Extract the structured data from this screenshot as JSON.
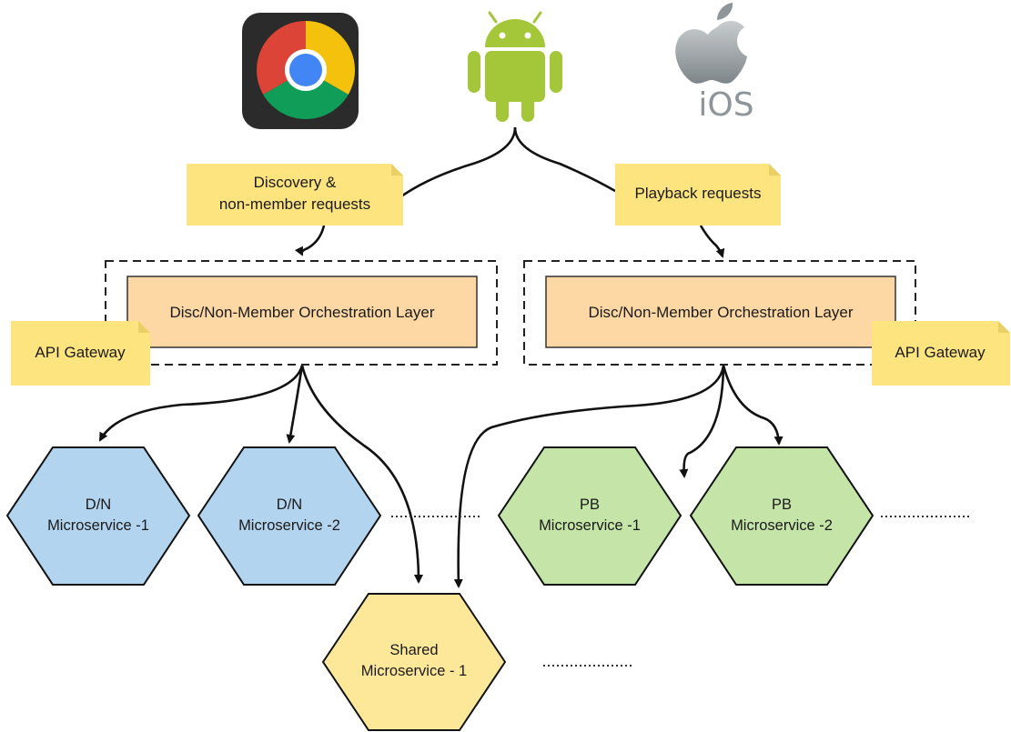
{
  "clients": {
    "chrome": {
      "icon": "chrome-logo-icon",
      "colors": {
        "red": "#db4437",
        "yellow": "#f4c20d",
        "green": "#0f9d58",
        "blue": "#4285f4",
        "tile": "#2b2b2b"
      }
    },
    "android": {
      "icon": "android-robot-icon",
      "color": "#a4c639"
    },
    "ios": {
      "icon": "apple-logo-icon",
      "label": "iOS",
      "color": "#9da3a6"
    }
  },
  "notes": {
    "discovery": {
      "line1": "Discovery &",
      "line2": "non-member requests"
    },
    "playback": {
      "label": "Playback requests"
    },
    "gateway_left": {
      "label": "API Gateway"
    },
    "gateway_right": {
      "label": "API Gateway"
    }
  },
  "layers": {
    "left": {
      "label": "Disc/Non-Member Orchestration Layer"
    },
    "right": {
      "label": "Disc/Non-Member Orchestration Layer"
    }
  },
  "microservices": {
    "dn1": {
      "line1": "D/N",
      "line2": "Microservice -1"
    },
    "dn2": {
      "line1": "D/N",
      "line2": "Microservice -2"
    },
    "pb1": {
      "line1": "PB",
      "line2": "Microservice -1"
    },
    "pb2": {
      "line1": "PB",
      "line2": "Microservice -2"
    },
    "shared1": {
      "line1": "Shared",
      "line2": "Microservice - 1"
    }
  },
  "colors": {
    "note_fill": "#fde47f",
    "note_fold": "#e9cf66",
    "layer_fill": "#fdd8a5",
    "layer_border": "#333333",
    "dn_fill": "#b3d4ef",
    "pb_fill": "#c5e4a8",
    "shared_fill": "#fde89a",
    "stroke": "#111111"
  }
}
